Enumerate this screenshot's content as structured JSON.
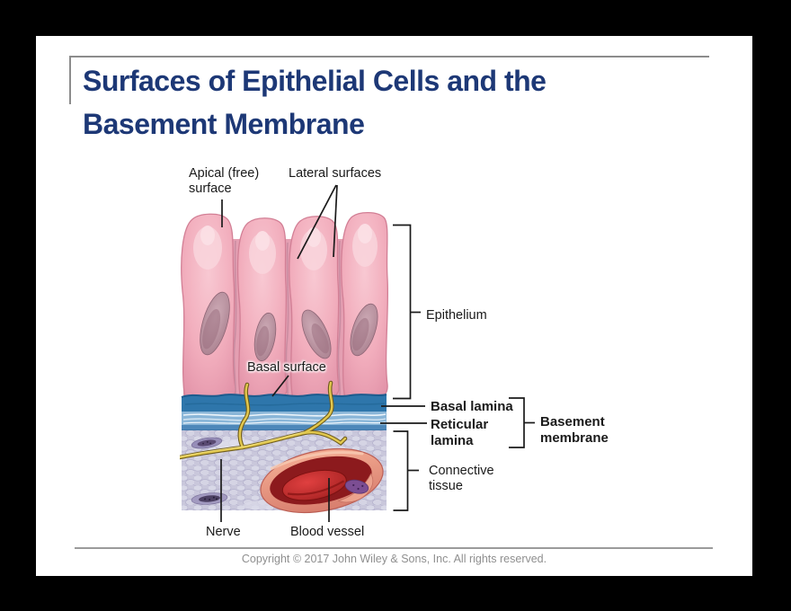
{
  "slide": {
    "title": {
      "line1": "Surfaces of Epithelial Cells and the",
      "line2": "Basement Membrane"
    },
    "copyright": "Copyright © 2017 John Wiley & Sons, Inc. All rights reserved."
  },
  "diagram": {
    "labels": {
      "apical": {
        "line1": "Apical (free)",
        "line2": "surface"
      },
      "lateral": "Lateral surfaces",
      "epithelium": "Epithelium",
      "basal_surface": "Basal surface",
      "basal_lamina": "Basal lamina",
      "reticular_lamina": {
        "line1": "Reticular",
        "line2": "lamina"
      },
      "basement_membrane": {
        "line1": "Basement",
        "line2": "membrane"
      },
      "connective_tissue": {
        "line1": "Connective",
        "line2": "tissue"
      },
      "nerve": "Nerve",
      "blood_vessel": "Blood vessel"
    },
    "colors": {
      "title_navy": "#1d3876",
      "cell_pink": "#f2aebd",
      "cell_edge": "#d27f95",
      "nucleus_mauve": "#b08393",
      "basal_lamina_blue": "#2e76ab",
      "reticular_lamina_blue": "#8ab6d8",
      "connective_lavender": "#c9c7db",
      "nerve_yellow": "#e2c84e",
      "blood_vessel_red": "#c22828"
    }
  }
}
